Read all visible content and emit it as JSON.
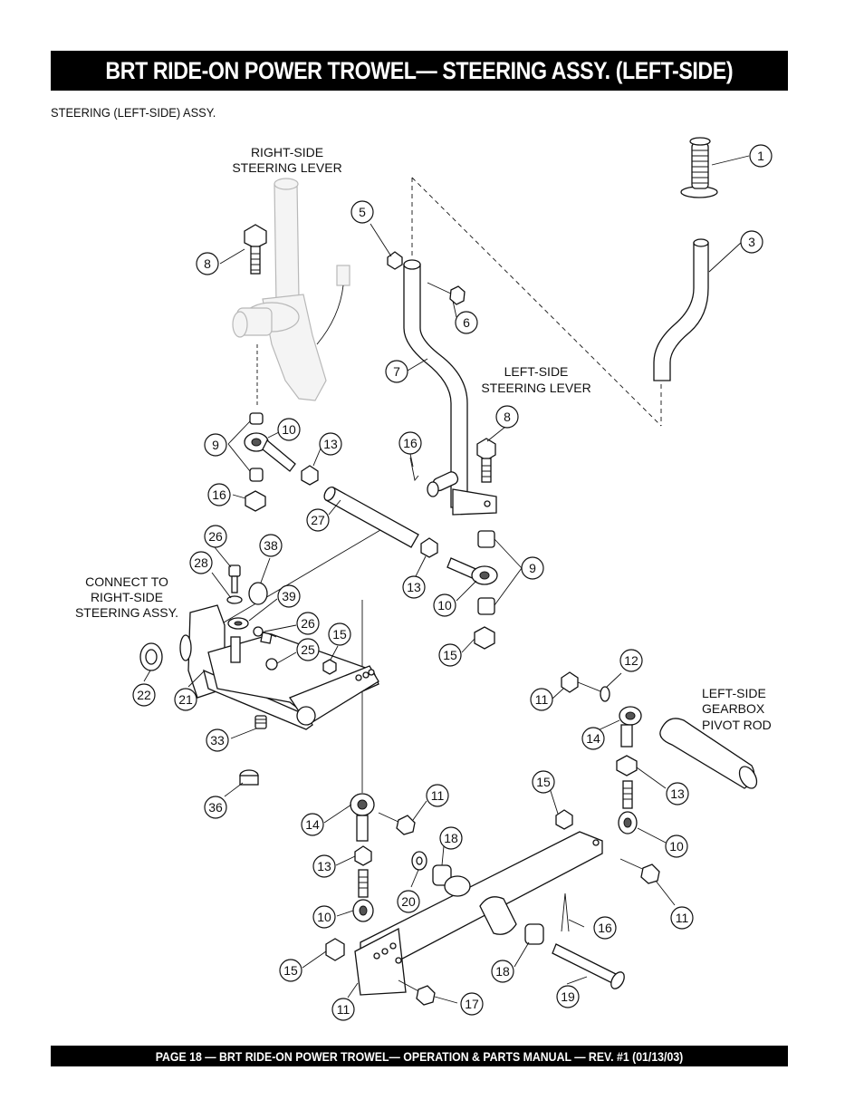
{
  "header": {
    "title": "BRT RIDE-ON POWER TROWEL— STEERING  ASSY. (LEFT-SIDE)"
  },
  "subtitle": "STEERING (LEFT-SIDE) ASSY.",
  "footer": {
    "text": "PAGE 18 — BRT RIDE-ON POWER TROWEL—  OPERATION & PARTS MANUAL — REV. #1 (01/13/03)"
  },
  "annotations": {
    "right_lever_1": "RIGHT-SIDE",
    "right_lever_2": "STEERING LEVER",
    "left_lever_1": "LEFT-SIDE",
    "left_lever_2": "STEERING LEVER",
    "connect_1": "CONNECT TO",
    "connect_2": "RIGHT-SIDE",
    "connect_3": "STEERING ASSY.",
    "pivot_1": "LEFT-SIDE",
    "pivot_2": "GEARBOX",
    "pivot_3": "PIVOT ROD"
  },
  "callouts": [
    "1",
    "3",
    "5",
    "8",
    "6",
    "7",
    "8",
    "9",
    "10",
    "13",
    "16",
    "16",
    "27",
    "9",
    "13",
    "10",
    "15",
    "26",
    "38",
    "28",
    "39",
    "26",
    "15",
    "25",
    "22",
    "21",
    "33",
    "36",
    "12",
    "11",
    "14",
    "13",
    "15",
    "10",
    "11",
    "14",
    "13",
    "18",
    "20",
    "10",
    "16",
    "11",
    "15",
    "18",
    "17",
    "19",
    "11"
  ]
}
